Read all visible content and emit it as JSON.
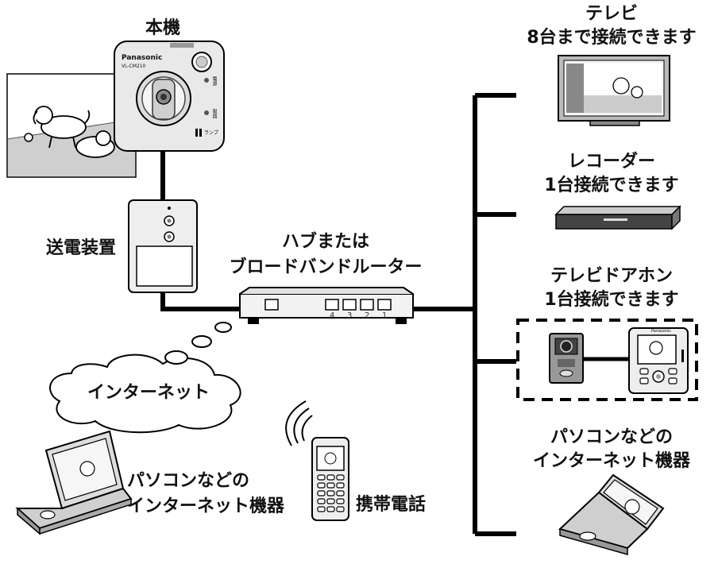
{
  "labels": {
    "camera": "本機",
    "power_unit": "送電装置",
    "hub": "ハブまたは",
    "hub_line2": "ブロードバンドルーター",
    "internet": "インターネット",
    "pc_left_line1": "パソコンなどの",
    "pc_left_line2": "インターネット機器",
    "mobile": "携帯電話",
    "tv_line1": "テレビ",
    "tv_line2": "8台まで接続できます",
    "recorder_line1": "レコーダー",
    "recorder_line2": "1台接続できます",
    "doorphone_line1": "テレビドアホン",
    "doorphone_line2": "1台接続できます",
    "pc_right_line1": "パソコンなどの",
    "pc_right_line2": "インターネット機器"
  },
  "device_text": {
    "camera_brand": "Panasonic",
    "camera_model": "VL-CM210",
    "camera_power": "電源",
    "camera_alarm": "報器",
    "camera_led": "ランプ",
    "doorphone_brand": "Panasonic"
  },
  "hub_ports": [
    "4",
    "3",
    "2",
    "1"
  ],
  "colors": {
    "line": "#000000",
    "device": "#d8d8d8",
    "screen": "#e8e8e8"
  }
}
